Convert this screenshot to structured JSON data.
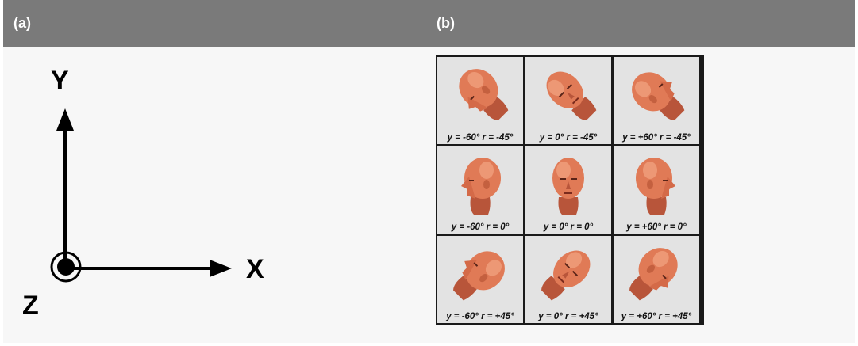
{
  "panels": {
    "a": {
      "label": "(a)"
    },
    "b": {
      "label": "(b)"
    }
  },
  "axes": {
    "y_label": "Y",
    "x_label": "X",
    "z_label": "Z"
  },
  "head_grid": {
    "cells": [
      {
        "caption": "y = -60°   r = -45°",
        "yaw": -60,
        "roll": -45
      },
      {
        "caption": "y = 0°   r = -45°",
        "yaw": 0,
        "roll": -45
      },
      {
        "caption": "y = +60°   r = -45°",
        "yaw": 60,
        "roll": -45
      },
      {
        "caption": "y = -60°   r = 0°",
        "yaw": -60,
        "roll": 0
      },
      {
        "caption": "y = 0°   r = 0°",
        "yaw": 0,
        "roll": 0
      },
      {
        "caption": "y = +60°   r = 0°",
        "yaw": 60,
        "roll": 0
      },
      {
        "caption": "y = -60°   r = +45°",
        "yaw": -60,
        "roll": 45
      },
      {
        "caption": "y = 0°   r = +45°",
        "yaw": 0,
        "roll": 45
      },
      {
        "caption": "y = +60°   r = +45°",
        "yaw": 60,
        "roll": 45
      }
    ]
  }
}
